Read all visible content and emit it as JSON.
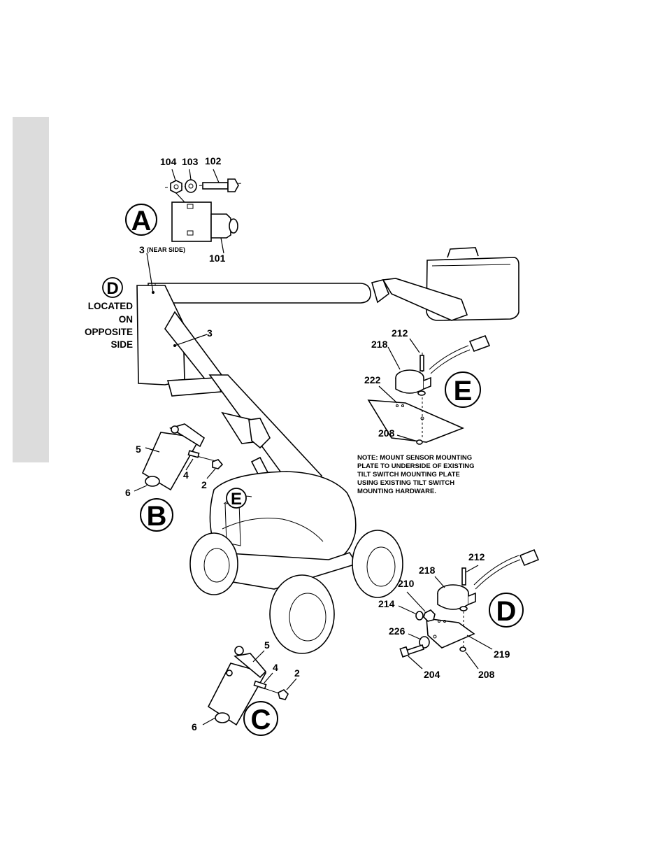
{
  "parts": {
    "p104": "104",
    "p103": "103",
    "p102": "102",
    "p101": "101",
    "p3a": "3",
    "near_side": "(NEAR SIDE)",
    "p3b": "3",
    "p212e": "212",
    "p218e": "218",
    "p222": "222",
    "p208e": "208",
    "p5b": "5",
    "p4b": "4",
    "p2b": "2",
    "p6b": "6",
    "p212d": "212",
    "p218d": "218",
    "p210": "210",
    "p214": "214",
    "p226": "226",
    "p219": "219",
    "p204": "204",
    "p208d": "208",
    "p5c": "5",
    "p4c": "4",
    "p2c": "2",
    "p6c": "6"
  },
  "callouts": {
    "a_big": "A",
    "b_big": "B",
    "c_big": "C",
    "d_big": "D",
    "e_big": "E",
    "d_small": "D",
    "c_small": "C",
    "a_small": "A",
    "b_small": "B",
    "e_small": "E"
  },
  "side_text": [
    "LOCATED",
    "ON",
    "OPPOSITE",
    "SIDE"
  ],
  "note": [
    "NOTE: MOUNT SENSOR MOUNTING",
    "PLATE TO UNDERSIDE OF EXISTING",
    "TILT SWITCH MOUNTING PLATE",
    "USING EXISTING TILT SWITCH",
    "MOUNTING HARDWARE."
  ],
  "colors": {
    "tab": "#dcdcdc",
    "ink": "#000000"
  }
}
